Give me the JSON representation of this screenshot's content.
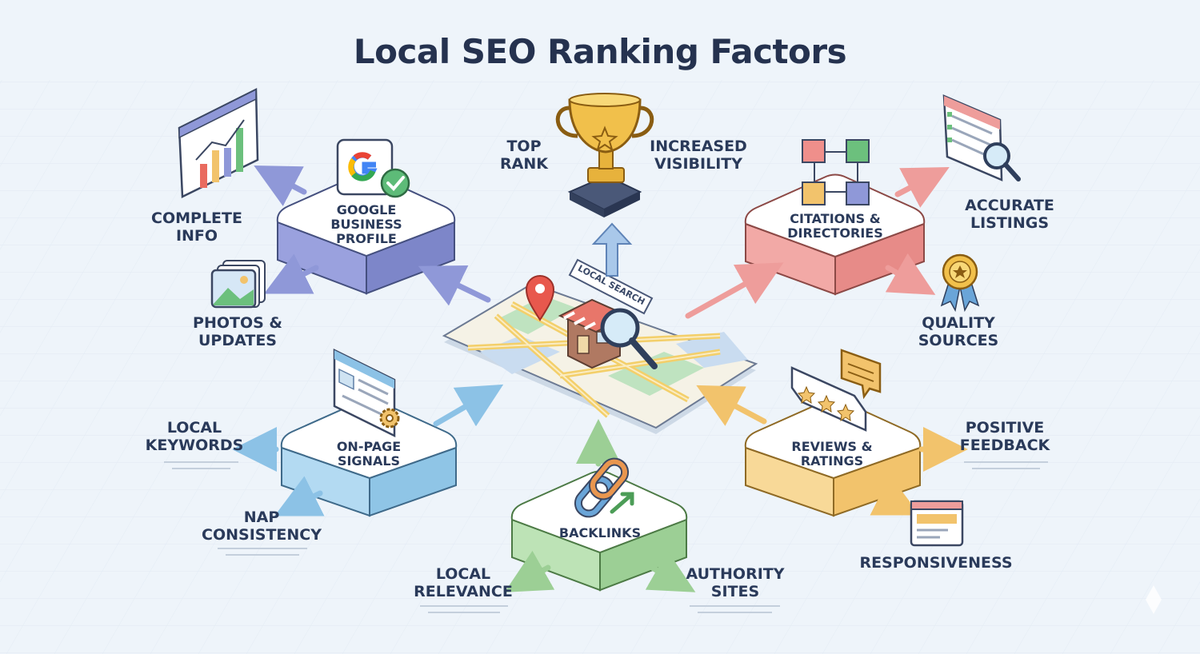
{
  "title": "Local SEO Ranking Factors",
  "center": {
    "tag": "LOCAL SEARCH"
  },
  "top": {
    "left_label": "TOP\nRANK",
    "right_label": "INCREASED\nVISIBILITY"
  },
  "nodes": {
    "gbp": {
      "label": "GOOGLE\nBUSINESS\nPROFILE",
      "color": "#8d96d8",
      "outputs": [
        "COMPLETE\nINFO",
        "PHOTOS &\nUPDATES"
      ]
    },
    "citations": {
      "label": "CITATIONS &\nDIRECTORIES",
      "color": "#ee9d9b",
      "outputs": [
        "ACCURATE\nLISTINGS",
        "QUALITY\nSOURCES"
      ]
    },
    "onpage": {
      "label": "ON-PAGE\nSIGNALS",
      "color": "#9ccbea",
      "outputs": [
        "LOCAL\nKEYWORDS",
        "NAP\nCONSISTENCY"
      ]
    },
    "reviews": {
      "label": "REVIEWS &\nRATINGS",
      "color": "#f4cd7c",
      "outputs": [
        "POSITIVE\nFEEDBACK",
        "RESPONSIVENESS"
      ]
    },
    "backlinks": {
      "label": "BACKLINKS",
      "color": "#a9d6a2",
      "outputs": [
        "LOCAL\nRELEVANCE",
        "AUTHORITY\nSITES"
      ]
    }
  },
  "icons": [
    "trophy-icon",
    "map-icon",
    "location-pin-icon",
    "storefront-icon",
    "magnifier-icon",
    "google-g-icon",
    "check-badge-icon",
    "bar-chart-icon",
    "photo-stack-icon",
    "network-cubes-icon",
    "listing-search-icon",
    "award-ribbon-icon",
    "browser-gear-icon",
    "review-stars-icon",
    "chat-bubble-icon",
    "chain-link-icon",
    "webpage-icon"
  ]
}
